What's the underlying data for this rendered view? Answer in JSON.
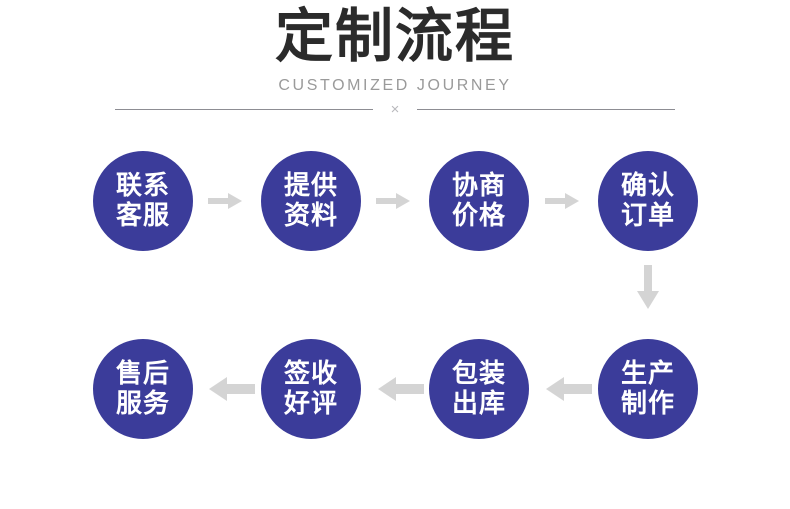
{
  "header": {
    "title": "定制流程",
    "subtitle": "CUSTOMIZED JOURNEY",
    "divider_mark": "×"
  },
  "colors": {
    "background": "#ffffff",
    "node_fill": "#3b3c9a",
    "node_text": "#ffffff",
    "title_text": "#2b2b2b",
    "subtitle_text": "#9a9a9a",
    "divider_line": "#8d8d93",
    "divider_mark": "#b9b9bd",
    "arrow": "#d4d4d4"
  },
  "flow": {
    "nodes": [
      {
        "index": 1,
        "line1": "联系",
        "line2": "客服",
        "row": 1
      },
      {
        "index": 2,
        "line1": "提供",
        "line2": "资料",
        "row": 1
      },
      {
        "index": 3,
        "line1": "协商",
        "line2": "价格",
        "row": 1
      },
      {
        "index": 4,
        "line1": "确认",
        "line2": "订单",
        "row": 1
      },
      {
        "index": 5,
        "line1": "生产",
        "line2": "制作",
        "row": 2
      },
      {
        "index": 6,
        "line1": "包装",
        "line2": "出库",
        "row": 2
      },
      {
        "index": 7,
        "line1": "签收",
        "line2": "好评",
        "row": 2
      },
      {
        "index": 8,
        "line1": "售后",
        "line2": "服务",
        "row": 2
      }
    ],
    "connectors": [
      {
        "from": 1,
        "to": 2,
        "direction": "right"
      },
      {
        "from": 2,
        "to": 3,
        "direction": "right"
      },
      {
        "from": 3,
        "to": 4,
        "direction": "right"
      },
      {
        "from": 4,
        "to": 5,
        "direction": "down"
      },
      {
        "from": 5,
        "to": 6,
        "direction": "left"
      },
      {
        "from": 6,
        "to": 7,
        "direction": "left"
      },
      {
        "from": 7,
        "to": 8,
        "direction": "left"
      }
    ]
  }
}
